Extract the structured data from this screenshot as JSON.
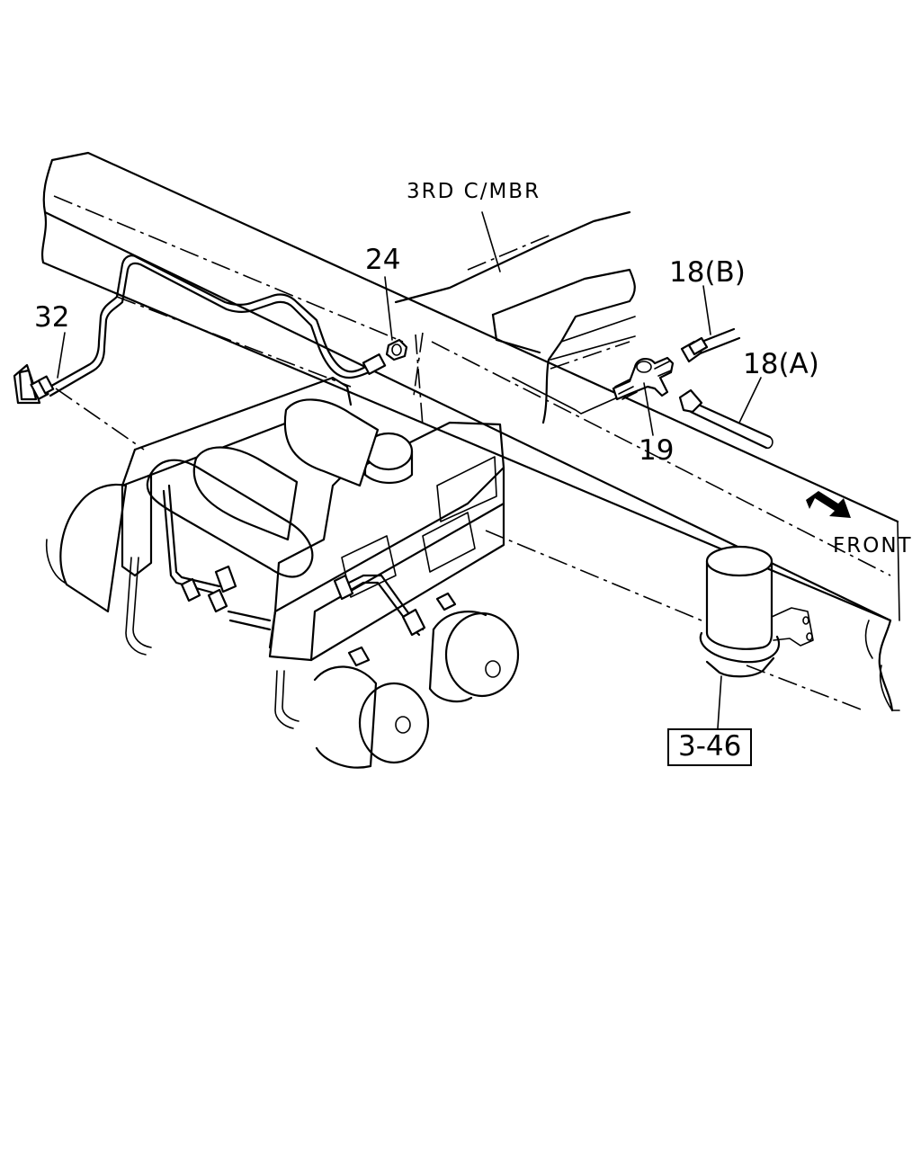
{
  "labels": {
    "cross_member": "3RD C/MBR",
    "part_24": "24",
    "part_18b": "18(B)",
    "part_18a": "18(A)",
    "part_32": "32",
    "part_19": "19",
    "front": "FRONT",
    "ref_3_46": "3-46"
  }
}
